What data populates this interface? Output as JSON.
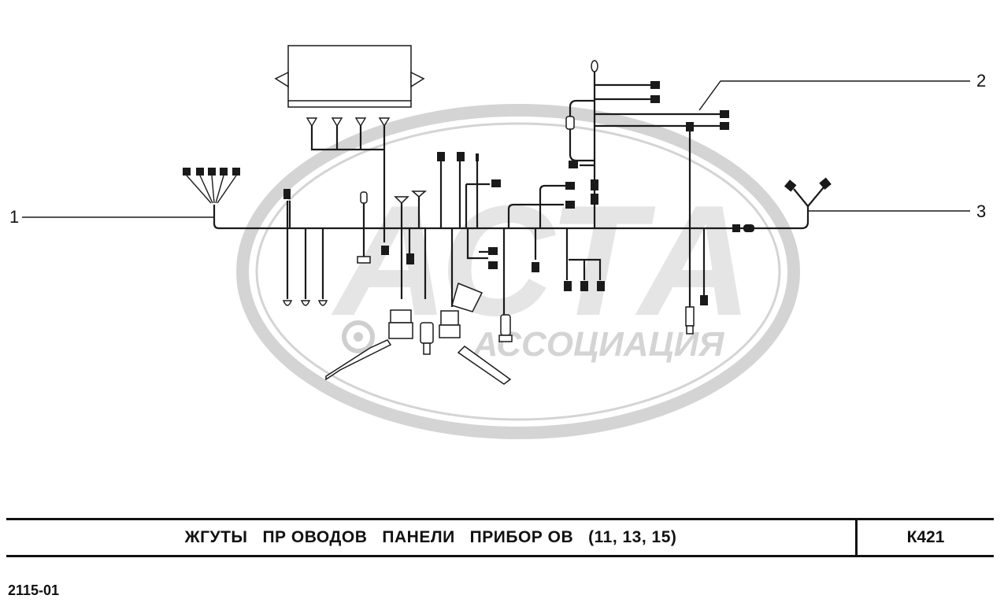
{
  "callouts": [
    "1",
    "2",
    "3"
  ],
  "title_block": {
    "title": "ЖГУТЫ   ПР ОВОДОВ   ПАНЕЛИ   ПРИБОР ОВ   (11, 13, 15)",
    "code": "К421"
  },
  "document_id": "2115-01",
  "watermark": {
    "main_text": "АСТА",
    "sub_text": "АССОЦИАЦИЯ",
    "color": "#d0d0d0"
  },
  "colors": {
    "line": "#1a1a1a",
    "background": "#ffffff"
  }
}
